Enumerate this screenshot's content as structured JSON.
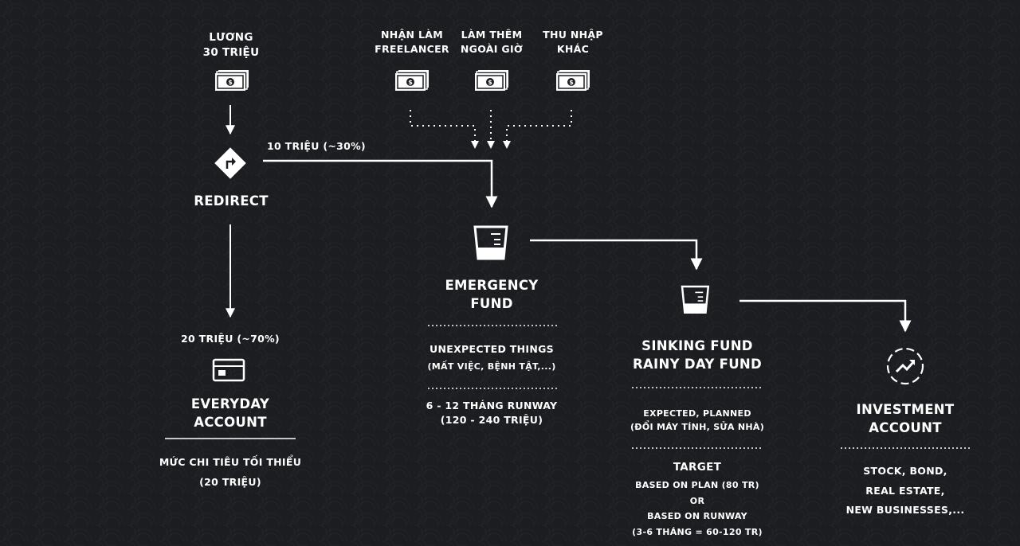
{
  "salary": {
    "label": "LƯƠNG\n30 TRIỆU"
  },
  "other_income": [
    {
      "label": "NHẬN LÀM\nFREELANCER"
    },
    {
      "label": "LÀM THÊM\nNGOÀI GIỜ"
    },
    {
      "label": "THU NHẬP\nKHÁC"
    }
  ],
  "redirect": {
    "label": "REDIRECT"
  },
  "split": {
    "to_emergency": "10 TRIỆU (~30%)",
    "to_everyday": "20 TRIỆU (~70%)"
  },
  "everyday": {
    "title": "EVERYDAY\nACCOUNT",
    "desc": "MỨC CHI TIÊU TỐI THIỂU\n(20 TRIỆU)"
  },
  "emergency": {
    "title": "EMERGENCY\nFUND",
    "purpose": "UNEXPECTED THINGS",
    "purpose_detail": "(MẤT VIỆC, BỆNH TẬT,...)",
    "target": "6 - 12 THÁNG RUNWAY\n(120 - 240 TRIỆU)"
  },
  "sinking": {
    "title": "SINKING FUND\nRAINY DAY FUND",
    "purpose": "EXPECTED, PLANNED\n(ĐỔI MÁY TÍNH, SỬA NHÀ)",
    "target_title": "TARGET",
    "target": "BASED ON PLAN (80 TR)\nOR\nBASED ON RUNWAY\n(3-6 THÁNG = 60-120 TR)"
  },
  "investment": {
    "title": "INVESTMENT\nACCOUNT",
    "desc": "STOCK, BOND,\nREAL ESTATE,\nNEW BUSINESSES,..."
  },
  "icons": {
    "money": "money-stack-icon",
    "redirect": "redirect-sign-icon",
    "card": "credit-card-icon",
    "cup": "measuring-cup-icon",
    "growth": "growth-chart-icon"
  },
  "colors": {
    "background": "#1c1d20",
    "foreground": "#ffffff"
  }
}
